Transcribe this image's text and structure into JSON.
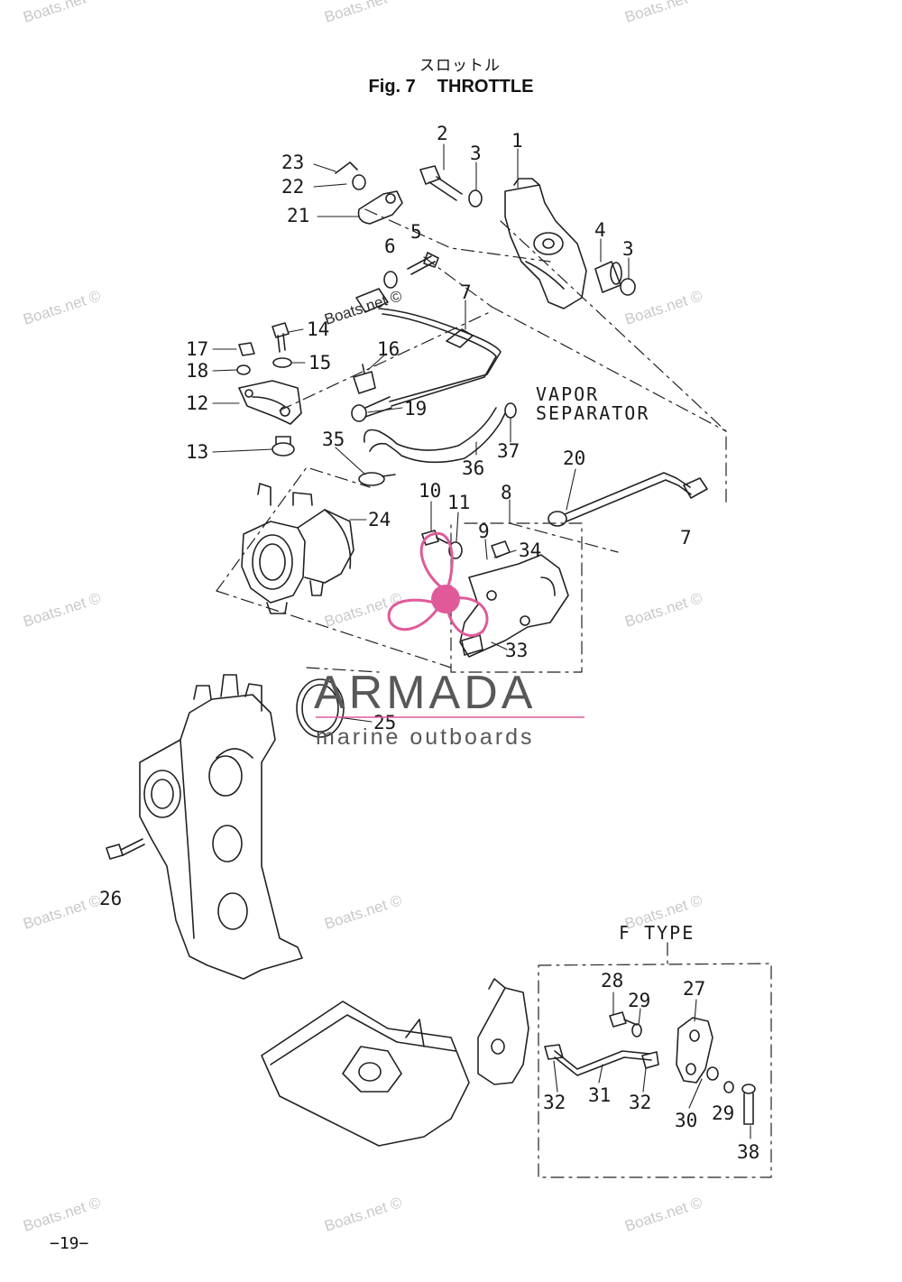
{
  "title": {
    "japanese": "スロットル",
    "figure": "Fig. 7",
    "name": "THROTTLE"
  },
  "page_number": "−19−",
  "callouts": [
    {
      "id": "c23",
      "text": "23"
    },
    {
      "id": "c22",
      "text": "22"
    },
    {
      "id": "c21",
      "text": "21"
    },
    {
      "id": "c2",
      "text": "2"
    },
    {
      "id": "c3a",
      "text": "3"
    },
    {
      "id": "c1",
      "text": "1"
    },
    {
      "id": "c6",
      "text": "6"
    },
    {
      "id": "c5",
      "text": "5"
    },
    {
      "id": "c4",
      "text": "4"
    },
    {
      "id": "c3b",
      "text": "3"
    },
    {
      "id": "c7a",
      "text": "7"
    },
    {
      "id": "c14",
      "text": "14"
    },
    {
      "id": "c17",
      "text": "17"
    },
    {
      "id": "c18",
      "text": "18"
    },
    {
      "id": "c15",
      "text": "15"
    },
    {
      "id": "c16",
      "text": "16"
    },
    {
      "id": "c12",
      "text": "12"
    },
    {
      "id": "c19",
      "text": "19"
    },
    {
      "id": "c13",
      "text": "13"
    },
    {
      "id": "c35",
      "text": "35"
    },
    {
      "id": "c36",
      "text": "36"
    },
    {
      "id": "c37",
      "text": "37"
    },
    {
      "id": "c20",
      "text": "20"
    },
    {
      "id": "c10",
      "text": "10"
    },
    {
      "id": "c11",
      "text": "11"
    },
    {
      "id": "c8",
      "text": "8"
    },
    {
      "id": "c9",
      "text": "9"
    },
    {
      "id": "c34",
      "text": "34"
    },
    {
      "id": "c7b",
      "text": "7"
    },
    {
      "id": "c24",
      "text": "24"
    },
    {
      "id": "c33",
      "text": "33"
    },
    {
      "id": "c25",
      "text": "25"
    },
    {
      "id": "c26",
      "text": "26"
    },
    {
      "id": "c28",
      "text": "28"
    },
    {
      "id": "c29a",
      "text": "29"
    },
    {
      "id": "c27",
      "text": "27"
    },
    {
      "id": "c32a",
      "text": "32"
    },
    {
      "id": "c31",
      "text": "31"
    },
    {
      "id": "c32b",
      "text": "32"
    },
    {
      "id": "c30",
      "text": "30"
    },
    {
      "id": "c29b",
      "text": "29"
    },
    {
      "id": "c38",
      "text": "38"
    }
  ],
  "labels": {
    "vapor": "VAPOR",
    "separator": "SEPARATOR",
    "f_type": "F TYPE"
  },
  "watermarks": {
    "site": "Boats.net ©",
    "site_bold": "Boats.net ©"
  },
  "logo": {
    "name": "ARMADA",
    "tagline": "marine outboards",
    "color": "#e05a9a"
  }
}
